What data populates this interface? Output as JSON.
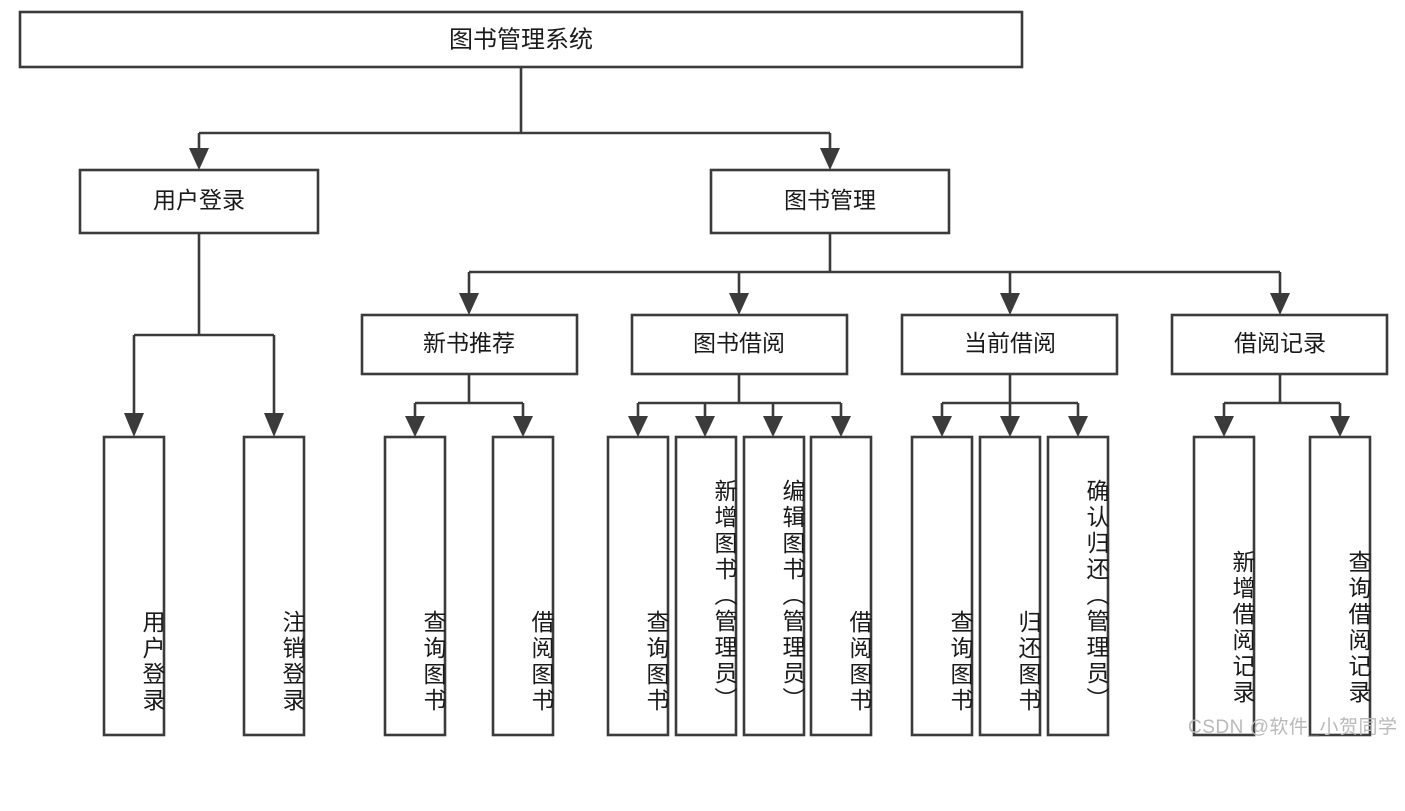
{
  "diagram": {
    "type": "tree-hierarchy",
    "title": "图书管理系统",
    "root": {
      "label": "图书管理系统",
      "id": "root"
    },
    "level2": [
      {
        "id": "user-login",
        "label": "用户登录"
      },
      {
        "id": "book-manage",
        "label": "图书管理"
      }
    ],
    "level3": [
      {
        "id": "new-book-recommend",
        "label": "新书推荐",
        "parent": "book-manage"
      },
      {
        "id": "book-borrow",
        "label": "图书借阅",
        "parent": "book-manage"
      },
      {
        "id": "current-borrow",
        "label": "当前借阅",
        "parent": "book-manage"
      },
      {
        "id": "borrow-record",
        "label": "借阅记录",
        "parent": "book-manage"
      }
    ],
    "leaves": [
      {
        "id": "leaf-user-login",
        "label": "用户登录",
        "parent": "user-login"
      },
      {
        "id": "leaf-logout",
        "label": "注销登录",
        "parent": "user-login"
      },
      {
        "id": "leaf-query-book-1",
        "label": "查询图书",
        "parent": "new-book-recommend"
      },
      {
        "id": "leaf-borrow-book-1",
        "label": "借阅图书",
        "parent": "new-book-recommend"
      },
      {
        "id": "leaf-query-book-2",
        "label": "查询图书",
        "parent": "book-borrow"
      },
      {
        "id": "leaf-add-book",
        "label": "新增图书（管理员）",
        "parent": "book-borrow"
      },
      {
        "id": "leaf-edit-book",
        "label": "编辑图书（管理员）",
        "parent": "book-borrow"
      },
      {
        "id": "leaf-borrow-book-2",
        "label": "借阅图书",
        "parent": "book-borrow"
      },
      {
        "id": "leaf-query-book-3",
        "label": "查询图书",
        "parent": "current-borrow"
      },
      {
        "id": "leaf-return-book",
        "label": "归还图书",
        "parent": "current-borrow"
      },
      {
        "id": "leaf-confirm-return",
        "label": "确认归还（管理员）",
        "parent": "current-borrow"
      },
      {
        "id": "leaf-add-record",
        "label": "新增借阅记录",
        "parent": "borrow-record"
      },
      {
        "id": "leaf-query-record",
        "label": "查询借阅记录",
        "parent": "borrow-record"
      }
    ]
  },
  "watermark": {
    "text": "CSDN @软件_小贺同学"
  },
  "colors": {
    "stroke": "#3b3b3b",
    "fill": "#ffffff",
    "text": "#1a1a1a",
    "watermark": "#b9b9b9"
  }
}
